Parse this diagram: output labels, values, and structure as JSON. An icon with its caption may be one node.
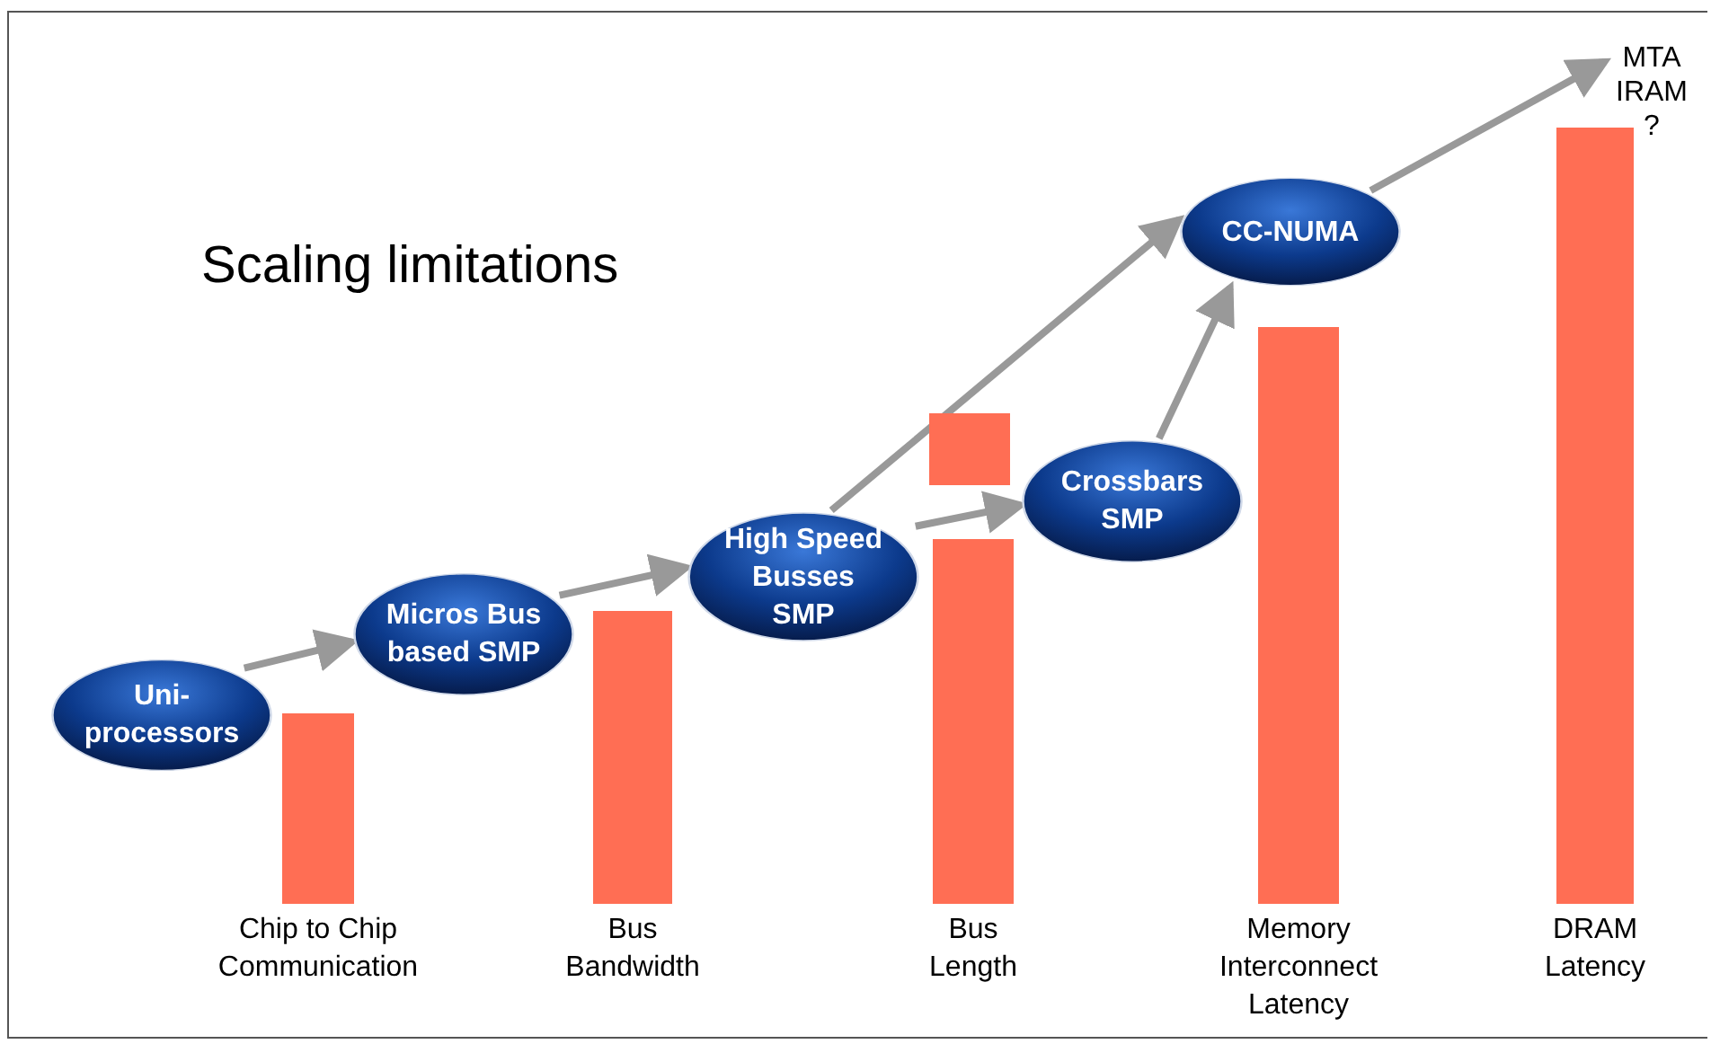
{
  "diagram": {
    "title": "Scaling limitations",
    "nodes": [
      {
        "text": [
          "Uni-processors"
        ]
      },
      {
        "text": [
          "Micros Bus based SMP"
        ]
      },
      {
        "text": [
          "High Speed Busses SMP"
        ]
      },
      {
        "text": [
          "Crossbars SMP"
        ]
      },
      {
        "text": [
          "CC-NUMA"
        ]
      },
      {
        "text": [
          "MTA IRAM ?"
        ]
      },
      {
        "text": [],
        "shape": "bar",
        "beside": [
          "Chip to Chip Communication"
        ]
      },
      {
        "text": [],
        "shape": "bar",
        "beside": [
          "Bus Bandwidth"
        ]
      },
      {
        "text": [],
        "shape": "bar"
      },
      {
        "text": [],
        "shape": "bar",
        "beside": [
          "Bus Length"
        ]
      },
      {
        "text": [],
        "shape": "bar",
        "beside": [
          "Memory Interconnect Latency"
        ]
      },
      {
        "text": [],
        "shape": "bar",
        "beside": [
          "DRAM Latency"
        ]
      }
    ],
    "edges": [
      {
        "from": 0,
        "to": 1,
        "arrow": "to"
      },
      {
        "from": 1,
        "to": 2,
        "arrow": "to"
      },
      {
        "from": 2,
        "to": 3,
        "arrow": "to"
      },
      {
        "from": 2,
        "to": 4,
        "arrow": "to"
      },
      {
        "from": 3,
        "to": 4,
        "arrow": "to"
      },
      {
        "from": 4,
        "to": 5,
        "arrow": "to"
      }
    ]
  }
}
